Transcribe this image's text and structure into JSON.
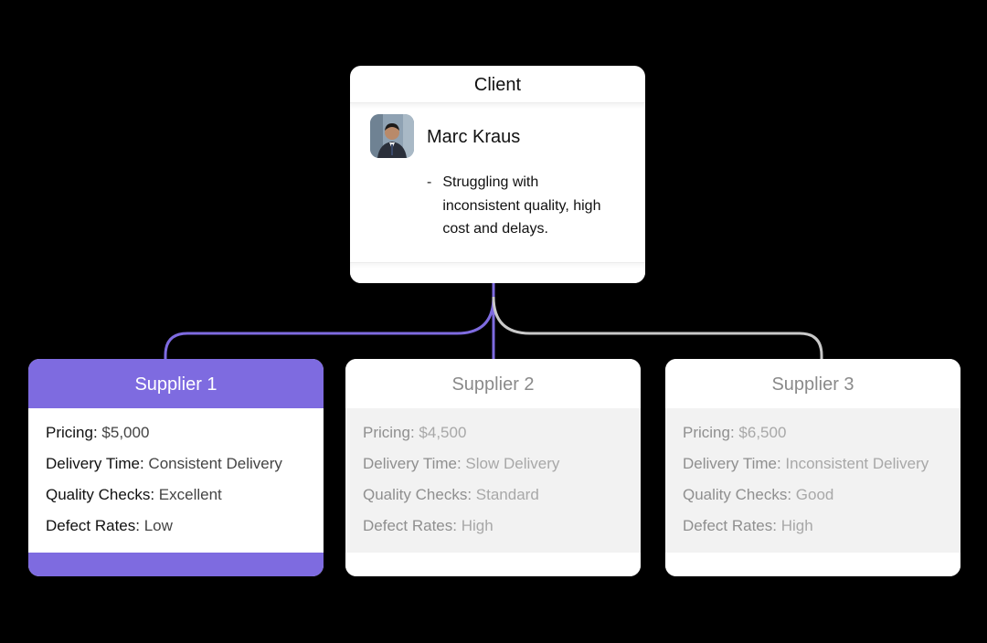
{
  "diagram": {
    "colors": {
      "background": "#000000",
      "accent": "#7e6be0",
      "inactive_connector": "#c9c9c9"
    }
  },
  "client": {
    "title": "Client",
    "name": "Marc Kraus",
    "avatar_icon": "person-photo",
    "note_bullet": "-",
    "note": "Struggling with inconsistent quality, high cost and delays."
  },
  "suppliers": [
    {
      "title": "Supplier 1",
      "state": "selected",
      "attributes": [
        {
          "label": "Pricing",
          "value": "$5,000"
        },
        {
          "label": "Delivery Time",
          "value": "Consistent Delivery"
        },
        {
          "label": "Quality Checks",
          "value": "Excellent"
        },
        {
          "label": "Defect Rates",
          "value": "Low"
        }
      ]
    },
    {
      "title": "Supplier 2",
      "state": "dimmed",
      "attributes": [
        {
          "label": "Pricing",
          "value": "$4,500"
        },
        {
          "label": "Delivery Time",
          "value": "Slow Delivery"
        },
        {
          "label": "Quality Checks",
          "value": "Standard"
        },
        {
          "label": "Defect Rates",
          "value": "High"
        }
      ]
    },
    {
      "title": "Supplier 3",
      "state": "dimmed",
      "attributes": [
        {
          "label": "Pricing",
          "value": "$6,500"
        },
        {
          "label": "Delivery Time",
          "value": "Inconsistent Delivery"
        },
        {
          "label": "Quality Checks",
          "value": "Good"
        },
        {
          "label": "Defect Rates",
          "value": "High"
        }
      ]
    }
  ]
}
